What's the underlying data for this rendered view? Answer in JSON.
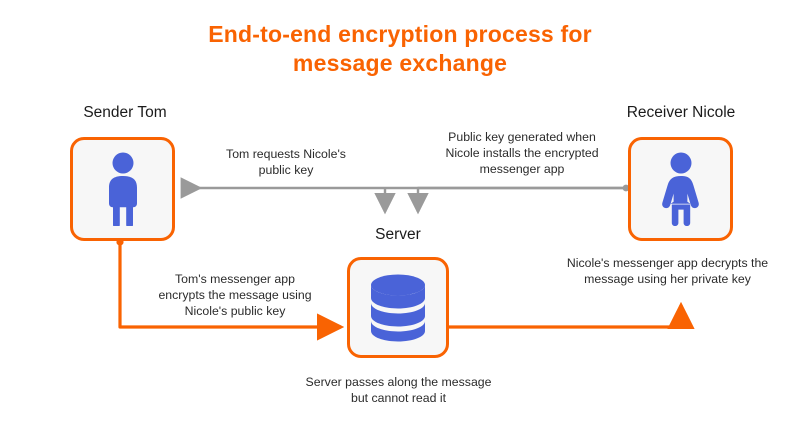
{
  "title": {
    "line1": "End-to-end encryption process for",
    "line2": "message exchange"
  },
  "colors": {
    "accent_orange": "#f96302",
    "icon_blue": "#4a63d8",
    "gray_arrow": "#9a9a9a",
    "box_fill": "#f7f7f7",
    "text_dark": "#1b1b1b"
  },
  "nodes": [
    {
      "id": "sender",
      "label": "Sender Tom",
      "icon": "person-man-icon"
    },
    {
      "id": "server",
      "label": "Server",
      "icon": "database-cylinder-icon"
    },
    {
      "id": "receiver",
      "label": "Receiver Nicole",
      "icon": "person-woman-icon"
    }
  ],
  "notes": {
    "request_key": "Tom requests Nicole's\npublic key",
    "public_key_generated": "Public key generated when\nNicole installs the encrypted\nmessenger app",
    "tom_encrypts": "Tom's messenger app\nencrypts the message using\nNicole's public key",
    "nicole_decrypts": "Nicole's messenger app decrypts the\nmessage using her private key",
    "server_passes": "Server passes along the message\nbut cannot read it"
  },
  "edges": [
    {
      "id": "key-to-tom",
      "from": "receiver",
      "to": "sender",
      "color": "gray",
      "style": "solid"
    },
    {
      "id": "key-to-server-a",
      "from": "receiver",
      "to": "server",
      "color": "gray",
      "style": "solid"
    },
    {
      "id": "key-to-server-b",
      "from": "receiver",
      "to": "server",
      "color": "gray",
      "style": "solid"
    },
    {
      "id": "tom-to-server",
      "from": "sender",
      "to": "server",
      "color": "orange",
      "style": "solid"
    },
    {
      "id": "server-to-nicole",
      "from": "server",
      "to": "receiver",
      "color": "orange",
      "style": "solid"
    }
  ]
}
